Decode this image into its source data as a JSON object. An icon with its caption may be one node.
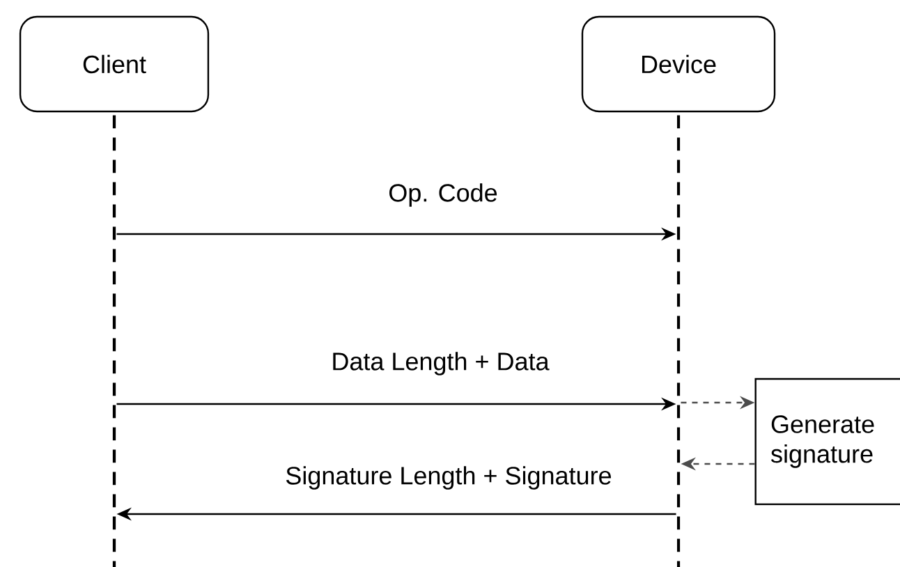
{
  "diagram": {
    "nodes": [
      {
        "text": [
          "Client"
        ]
      },
      {
        "text": [
          "Device"
        ]
      },
      {
        "text": [
          "Generate signature"
        ]
      },
      {
        "text": [],
        "shape": "line"
      },
      {
        "text": [],
        "shape": "line"
      }
    ],
    "edges": [
      {
        "from": 3,
        "to": 4,
        "arrow": "to",
        "label": "Op. Code"
      },
      {
        "from": 3,
        "to": 4,
        "arrow": "to",
        "label": "Data Length + Data"
      },
      {
        "from": 4,
        "to": 2,
        "arrow": "to",
        "style": "dashed"
      },
      {
        "from": 2,
        "to": 4,
        "arrow": "to",
        "style": "dashed"
      },
      {
        "from": 4,
        "to": 3,
        "arrow": "to",
        "label": "Signature Length + Signature"
      }
    ]
  }
}
